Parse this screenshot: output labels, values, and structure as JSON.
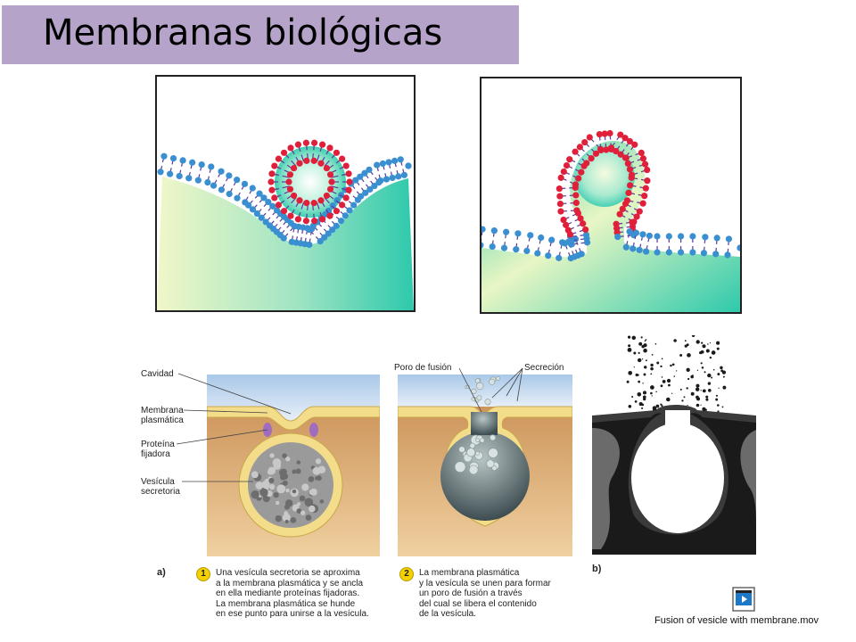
{
  "title": "Membranas biológicas",
  "labels": {
    "cavidad": "Cavidad",
    "membrana_1": "Membrana",
    "membrana_2": "plasmática",
    "proteina_1": "Proteína",
    "proteina_2": "fijadora",
    "vesicula_1": "Vesícula",
    "vesicula_2": "secretoria",
    "poro": "Poro de fusión",
    "secrecion": "Secreción"
  },
  "sub_a": "a)",
  "sub_b": "b)",
  "step1": {
    "number": "1",
    "lines": [
      "Una vesícula secretoria se aproxima",
      "a la membrana plasmática y se ancla",
      "en ella mediante proteínas fijadoras.",
      "La membrana plasmática se hunde",
      "en ese punto para unirse a la vesícula."
    ]
  },
  "step2": {
    "number": "2",
    "lines": [
      "La membrana plasmática",
      "y la vesícula se unen para formar",
      "un poro de fusión a través",
      "del cual se libera el contenido",
      "de la vesícula."
    ]
  },
  "file": {
    "name": "Fusion of vesicle with membrane.mov",
    "icon": "movie-file-icon"
  },
  "colors": {
    "title_bg": "#b5a3c9",
    "head_outer": "#3a8fd0",
    "head_inner": "#e0203a",
    "tail": "#5a3a9a",
    "cytoplasm": "#2fc9a8",
    "membrane_yellow": "#f3dc8a",
    "protein": "#a06cc0"
  }
}
